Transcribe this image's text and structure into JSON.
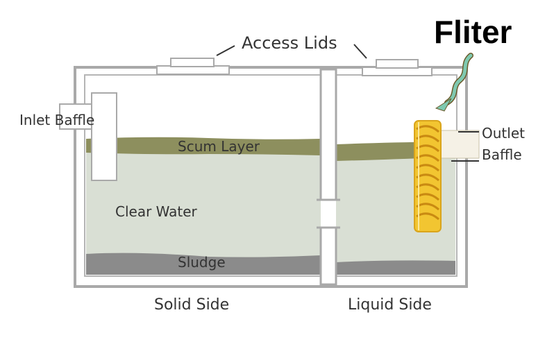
{
  "diagram": {
    "title": "Fliter",
    "labels": {
      "access_lids": "Access Lids",
      "inlet_baffle": "Inlet Baffle",
      "outlet_line1": "Outlet",
      "outlet_line2": "Baffle",
      "scum_layer": "Scum Layer",
      "clear_water": "Clear Water",
      "sludge": "Sludge",
      "solid_side": "Solid Side",
      "liquid_side": "Liquid Side"
    },
    "colors": {
      "tank_wall": "#a9a9a9",
      "water": "#d9dfd4",
      "scum": "#8d8f5e",
      "sludge": "#8b8b8b",
      "filter": "#f2c531",
      "arrow": "#7fc9b0"
    }
  }
}
